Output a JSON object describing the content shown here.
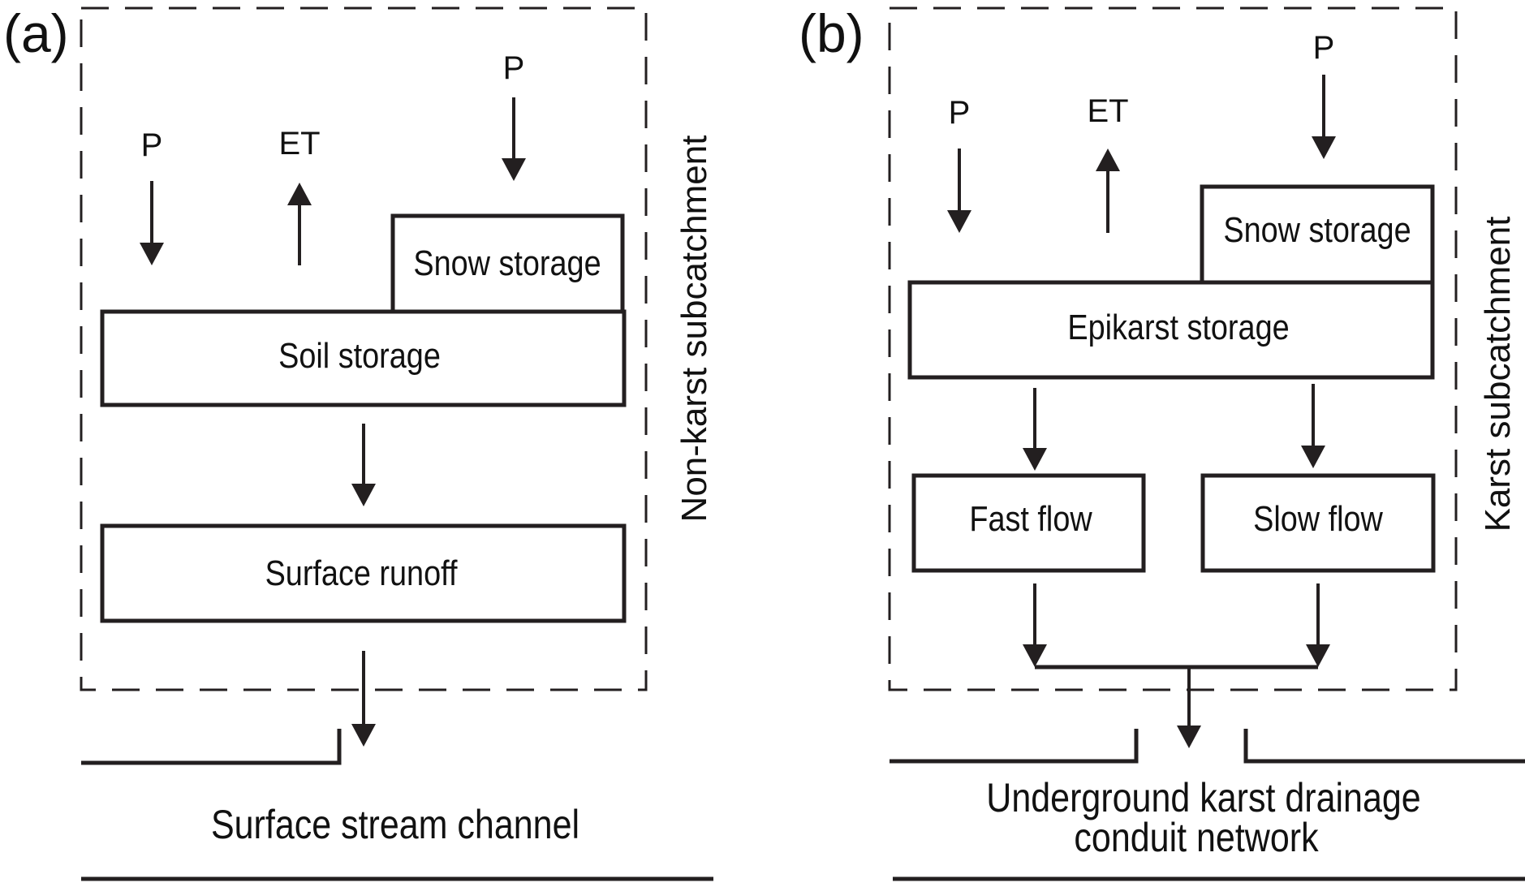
{
  "figure": {
    "type": "conceptual hydrological model diagram",
    "stroke_color": "#231f20",
    "background": "#ffffff"
  },
  "panel_a": {
    "label": "(a)",
    "side_label": "Non-karst subcatchment",
    "fluxes": {
      "precip_left": "P",
      "et": "ET",
      "precip_snow": "P"
    },
    "boxes": {
      "snow": "Snow storage",
      "soil": "Soil storage",
      "runoff": "Surface runoff"
    },
    "outlet_label": "Surface stream channel"
  },
  "panel_b": {
    "label": "(b)",
    "side_label": "Karst subcatchment",
    "fluxes": {
      "precip_left": "P",
      "et": "ET",
      "precip_snow": "P"
    },
    "boxes": {
      "snow": "Snow storage",
      "epikarst": "Epikarst storage",
      "fast": "Fast flow",
      "slow": "Slow flow"
    },
    "outlet_label_line1": "Underground karst drainage",
    "outlet_label_line2": "conduit network"
  },
  "connections": [
    {
      "from": "P",
      "to": "Soil storage",
      "panel": "a",
      "style": "solid"
    },
    {
      "from": "Soil storage",
      "to": "ET",
      "panel": "a",
      "style": "solid"
    },
    {
      "from": "P",
      "to": "Snow storage",
      "panel": "a",
      "style": "solid"
    },
    {
      "from": "Snow storage",
      "to": "Soil storage",
      "panel": "a",
      "style": "dotted"
    },
    {
      "from": "Soil storage",
      "to": "Surface runoff",
      "panel": "a",
      "style": "solid"
    },
    {
      "from": "Surface runoff",
      "to": "Surface stream channel",
      "panel": "a",
      "style": "solid"
    },
    {
      "from": "P",
      "to": "Epikarst storage",
      "panel": "b",
      "style": "solid"
    },
    {
      "from": "Epikarst storage",
      "to": "ET",
      "panel": "b",
      "style": "solid"
    },
    {
      "from": "P",
      "to": "Snow storage",
      "panel": "b",
      "style": "solid"
    },
    {
      "from": "Snow storage",
      "to": "Epikarst storage",
      "panel": "b",
      "style": "dotted"
    },
    {
      "from": "Epikarst storage",
      "to": "Fast flow",
      "panel": "b",
      "style": "solid"
    },
    {
      "from": "Epikarst storage",
      "to": "Slow flow",
      "panel": "b",
      "style": "solid"
    },
    {
      "from": "Fast flow",
      "to": "Underground karst drainage conduit network",
      "panel": "b",
      "style": "solid"
    },
    {
      "from": "Slow flow",
      "to": "Underground karst drainage conduit network",
      "panel": "b",
      "style": "solid"
    }
  ]
}
